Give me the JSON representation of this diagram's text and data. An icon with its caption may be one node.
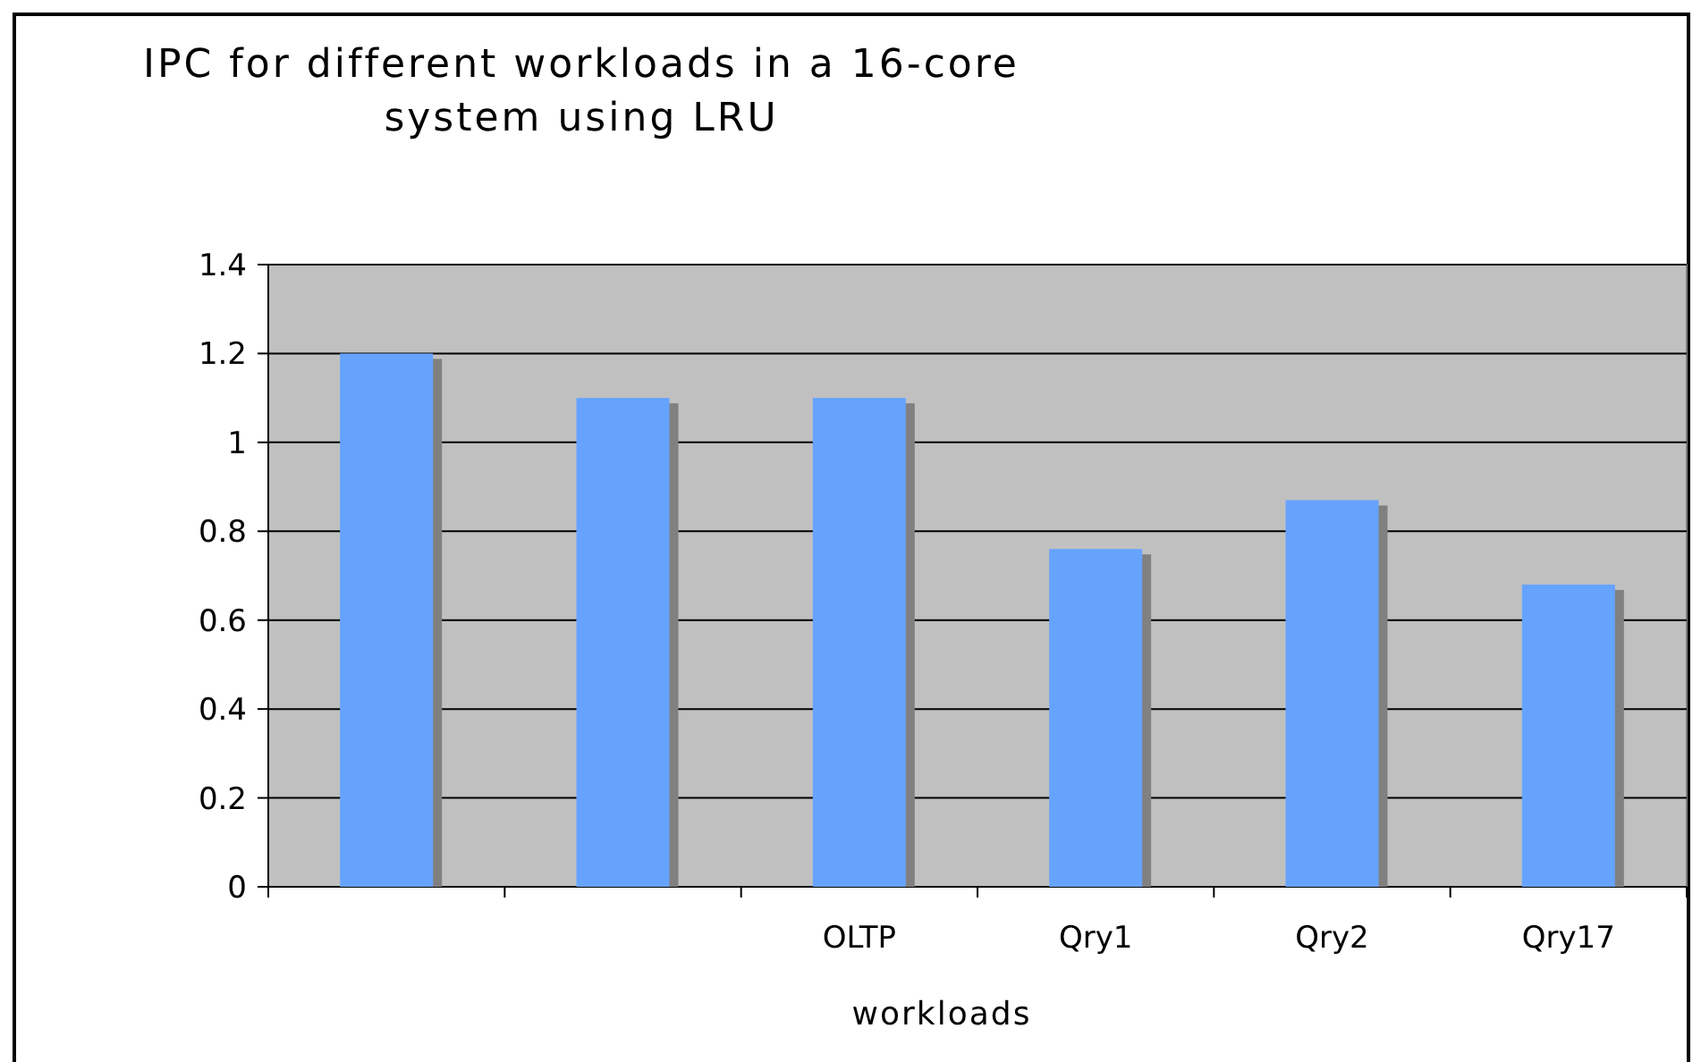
{
  "diagram": {
    "chart_data": {
      "type": "bar",
      "title": "IPC for different workloads in a 16-core system using LRU",
      "xlabel": "workloads",
      "categories": [
        null,
        null,
        "OLTP",
        "Qry1",
        "Qry2",
        "Qry17"
      ],
      "series": [
        {
          "color": "#66a3ff",
          "values": [
            1.2,
            1.1,
            1.1,
            0.76,
            0.87,
            0.68
          ]
        }
      ],
      "ylim": [
        0,
        1.4
      ],
      "grid": true,
      "yticks": [
        0,
        0.2,
        0.4,
        0.6,
        0.8,
        1,
        1.2,
        1.4
      ]
    }
  }
}
